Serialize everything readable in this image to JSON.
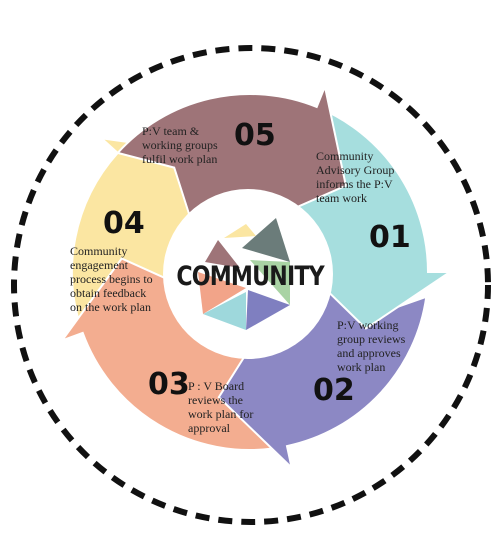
{
  "center": {
    "title": "COMMUNITY"
  },
  "steps": [
    {
      "number": "01",
      "lines": [
        "Community",
        "Advisory Group",
        "informs the P:V",
        "team work"
      ],
      "color": "#a6dede"
    },
    {
      "number": "02",
      "lines": [
        "P:V working",
        "group reviews",
        "and approves",
        "work plan"
      ],
      "color": "#8c88c4"
    },
    {
      "number": "03",
      "lines": [
        "P : V Board",
        "reviews the",
        "work plan for",
        "approval"
      ],
      "color": "#f3ad90"
    },
    {
      "number": "04",
      "lines": [
        "Community",
        "engagement",
        "process begins to",
        "obtain feedback",
        "on the work plan"
      ],
      "color": "#fbe6a2"
    },
    {
      "number": "05",
      "lines": [
        "P:V team &",
        "working groups",
        "fulfil work plan"
      ],
      "color": "#9e7478"
    }
  ],
  "colors": {
    "dashed_ring": "#111111",
    "center_slices": [
      "#6b7c7a",
      "#a9d3a4",
      "#7f7fc0",
      "#9ed8dc",
      "#f2a489",
      "#9e7478",
      "#fbe6a2"
    ]
  }
}
